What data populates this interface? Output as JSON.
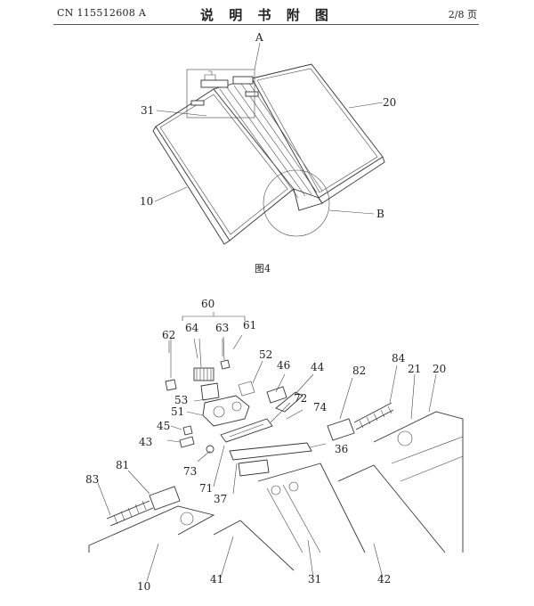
{
  "header": {
    "doc_number": "CN 115512608 A",
    "title": "说 明 书 附 图",
    "page": "2/8 页"
  },
  "figure_top": {
    "caption": "图4",
    "labels": {
      "A": "A",
      "B": "B",
      "l31": "31",
      "l20": "20",
      "l10": "10"
    }
  },
  "figure_bottom": {
    "labels": {
      "l60": "60",
      "l61": "61",
      "l62": "62",
      "l63": "63",
      "l64": "64",
      "l52": "52",
      "l46": "46",
      "l44": "44",
      "l82": "82",
      "l84": "84",
      "l21": "21",
      "l20": "20",
      "l53": "53",
      "l51": "51",
      "l72": "72",
      "l74": "74",
      "l45": "45",
      "l43": "43",
      "l36": "36",
      "l73": "73",
      "l71": "71",
      "l37": "37",
      "l81": "81",
      "l83": "83",
      "l10": "10",
      "l41": "41",
      "l31": "31",
      "l42": "42"
    }
  }
}
